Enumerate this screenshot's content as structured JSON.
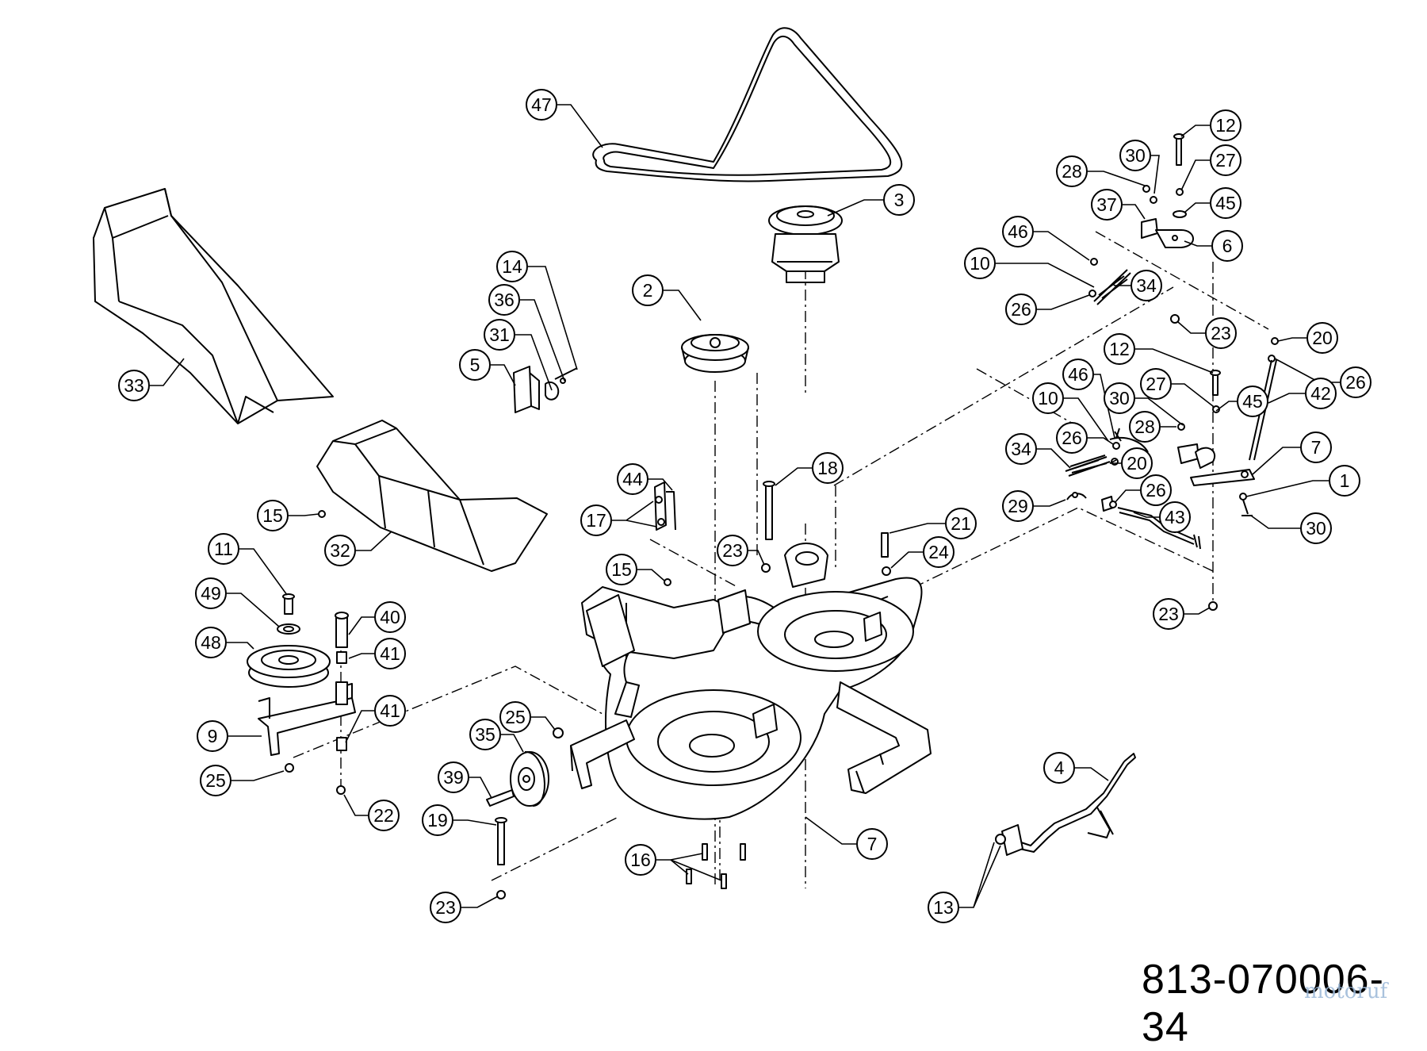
{
  "drawing_number": "813-070006-34",
  "watermark": "motoruf",
  "colors": {
    "line": "#000000",
    "background": "#ffffff",
    "watermark": "#9bb8d8"
  },
  "callouts": [
    {
      "id": "c47",
      "label": "47"
    },
    {
      "id": "c3",
      "label": "3"
    },
    {
      "id": "c2",
      "label": "2"
    },
    {
      "id": "c14",
      "label": "14"
    },
    {
      "id": "c36",
      "label": "36"
    },
    {
      "id": "c31",
      "label": "31"
    },
    {
      "id": "c5",
      "label": "5"
    },
    {
      "id": "c33",
      "label": "33"
    },
    {
      "id": "c15a",
      "label": "15"
    },
    {
      "id": "c32",
      "label": "32"
    },
    {
      "id": "c11",
      "label": "11"
    },
    {
      "id": "c49",
      "label": "49"
    },
    {
      "id": "c48",
      "label": "48"
    },
    {
      "id": "c40",
      "label": "40"
    },
    {
      "id": "c41a",
      "label": "41"
    },
    {
      "id": "c41b",
      "label": "41"
    },
    {
      "id": "c9",
      "label": "9"
    },
    {
      "id": "c25a",
      "label": "25"
    },
    {
      "id": "c22",
      "label": "22"
    },
    {
      "id": "c44",
      "label": "44"
    },
    {
      "id": "c17",
      "label": "17"
    },
    {
      "id": "c15b",
      "label": "15"
    },
    {
      "id": "c18",
      "label": "18"
    },
    {
      "id": "c23a",
      "label": "23"
    },
    {
      "id": "c21",
      "label": "21"
    },
    {
      "id": "c24",
      "label": "24"
    },
    {
      "id": "c25b",
      "label": "25"
    },
    {
      "id": "c35",
      "label": "35"
    },
    {
      "id": "c39",
      "label": "39"
    },
    {
      "id": "c19",
      "label": "19"
    },
    {
      "id": "c16",
      "label": "16"
    },
    {
      "id": "c23b",
      "label": "23"
    },
    {
      "id": "c7a",
      "label": "7"
    },
    {
      "id": "c4",
      "label": "4"
    },
    {
      "id": "c13",
      "label": "13"
    },
    {
      "id": "c12a",
      "label": "12"
    },
    {
      "id": "c30a",
      "label": "30"
    },
    {
      "id": "c27a",
      "label": "27"
    },
    {
      "id": "c28a",
      "label": "28"
    },
    {
      "id": "c45a",
      "label": "45"
    },
    {
      "id": "c37",
      "label": "37"
    },
    {
      "id": "c6",
      "label": "6"
    },
    {
      "id": "c46a",
      "label": "46"
    },
    {
      "id": "c10a",
      "label": "10"
    },
    {
      "id": "c34a",
      "label": "34"
    },
    {
      "id": "c26a",
      "label": "26"
    },
    {
      "id": "c23c",
      "label": "23"
    },
    {
      "id": "c20a",
      "label": "20"
    },
    {
      "id": "c26b",
      "label": "26"
    },
    {
      "id": "c12b",
      "label": "12"
    },
    {
      "id": "c42",
      "label": "42"
    },
    {
      "id": "c46b",
      "label": "46"
    },
    {
      "id": "c10b",
      "label": "10"
    },
    {
      "id": "c30b",
      "label": "30"
    },
    {
      "id": "c27b",
      "label": "27"
    },
    {
      "id": "c45b",
      "label": "45"
    },
    {
      "id": "c28b",
      "label": "28"
    },
    {
      "id": "c26c",
      "label": "26"
    },
    {
      "id": "c34b",
      "label": "34"
    },
    {
      "id": "c7b",
      "label": "7"
    },
    {
      "id": "c20b",
      "label": "20"
    },
    {
      "id": "c1",
      "label": "1"
    },
    {
      "id": "c26d",
      "label": "26"
    },
    {
      "id": "c29",
      "label": "29"
    },
    {
      "id": "c43",
      "label": "43"
    },
    {
      "id": "c30c",
      "label": "30"
    },
    {
      "id": "c23d",
      "label": "23"
    }
  ]
}
